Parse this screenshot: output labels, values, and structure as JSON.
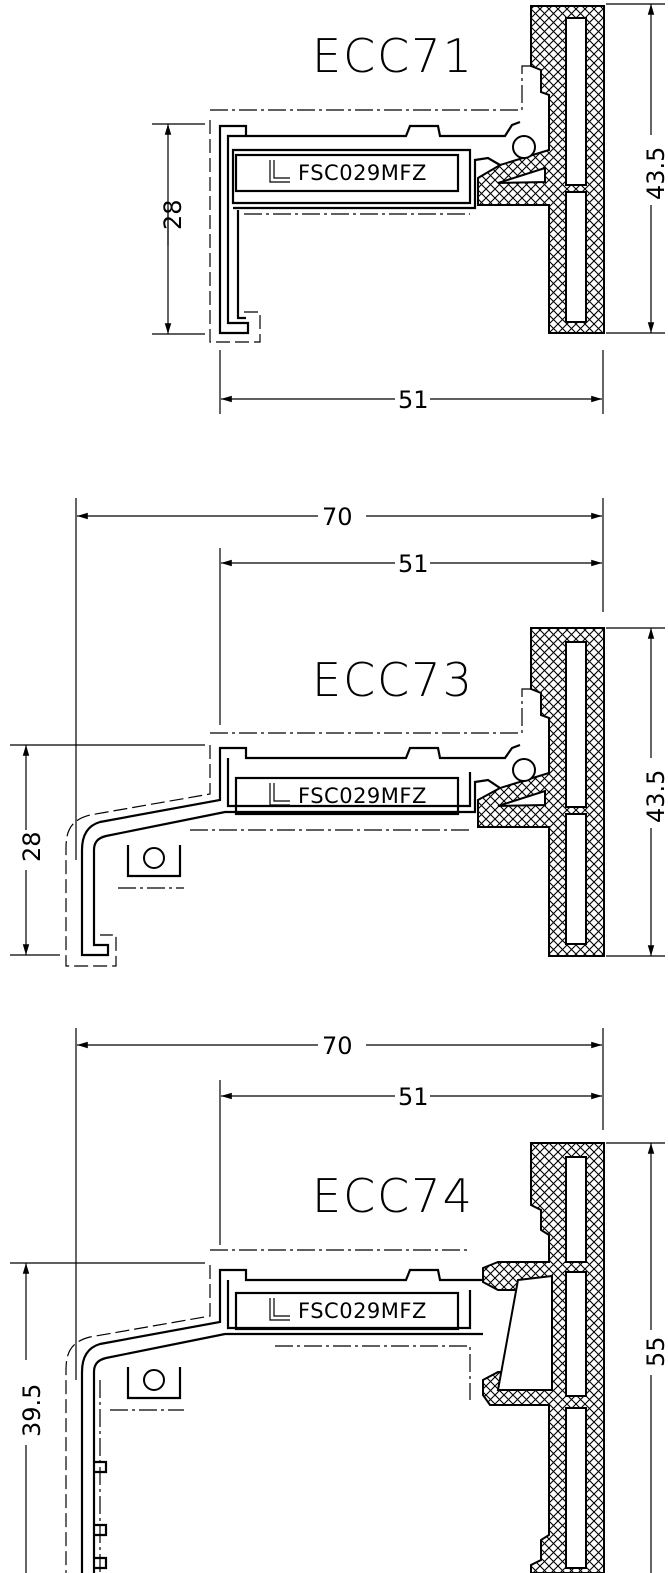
{
  "drawings": [
    {
      "title": "ECC71",
      "code_label": "FSC029MFZ",
      "dim_height_left": "28",
      "dim_height_right": "43.5",
      "dim_width_51": "51"
    },
    {
      "title": "ECC73",
      "code_label": "FSC029MFZ",
      "dim_width_70": "70",
      "dim_width_51": "51",
      "dim_height_left": "28",
      "dim_height_right": "43.5"
    },
    {
      "title": "ECC74",
      "code_label": "FSC029MFZ",
      "dim_width_70": "70",
      "dim_width_51": "51",
      "dim_height_left": "39.5",
      "dim_height_right": "55"
    }
  ]
}
